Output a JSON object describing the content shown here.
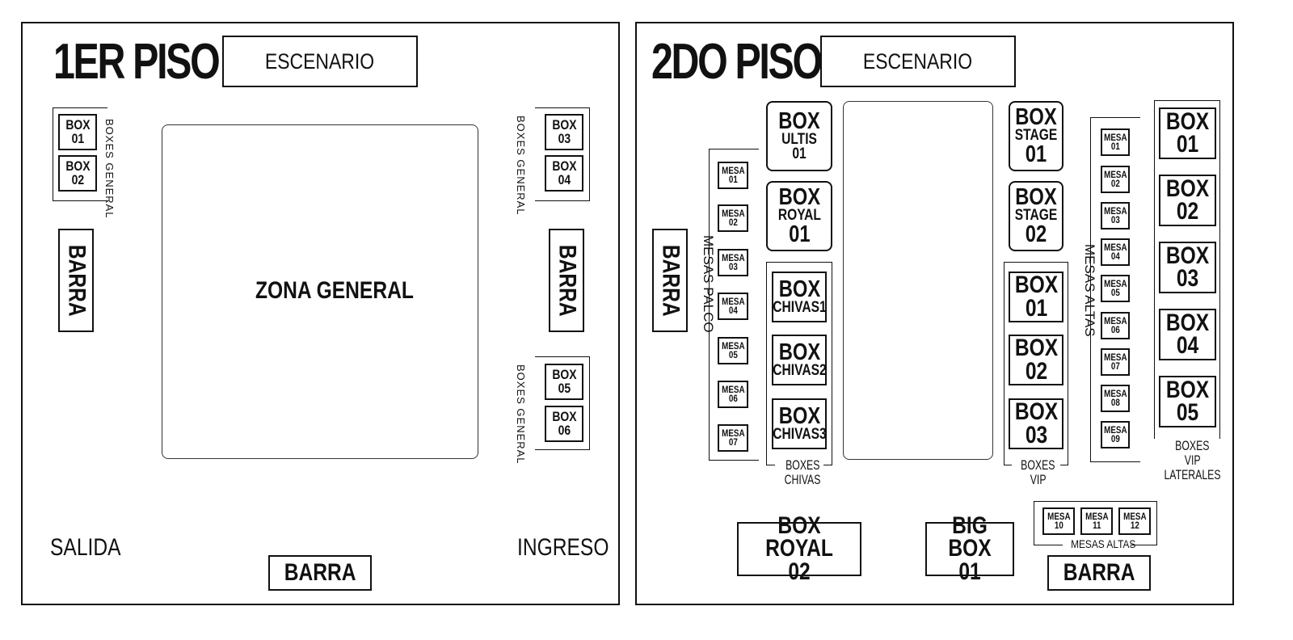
{
  "floor1": {
    "title": "1ER PISO",
    "stage": "ESCENARIO",
    "zone": "ZONA GENERAL",
    "barra_left": "BARRA",
    "barra_right": "BARRA",
    "barra_bottom": "BARRA",
    "exit": "SALIDA",
    "entrance": "INGRESO",
    "group_label": "BOXES GENERAL",
    "boxes": [
      {
        "l1": "BOX",
        "l2": "01"
      },
      {
        "l1": "BOX",
        "l2": "02"
      },
      {
        "l1": "BOX",
        "l2": "03"
      },
      {
        "l1": "BOX",
        "l2": "04"
      },
      {
        "l1": "BOX",
        "l2": "05"
      },
      {
        "l1": "BOX",
        "l2": "06"
      }
    ]
  },
  "floor2": {
    "title": "2DO PISO",
    "stage": "ESCENARIO",
    "barra_left": "BARRA",
    "barra_bottom": "BARRA",
    "mesas_palco_label": "MESAS PALCO",
    "mesas_palco": [
      {
        "l1": "MESA",
        "l2": "01"
      },
      {
        "l1": "MESA",
        "l2": "02"
      },
      {
        "l1": "MESA",
        "l2": "03"
      },
      {
        "l1": "MESA",
        "l2": "04"
      },
      {
        "l1": "MESA",
        "l2": "05"
      },
      {
        "l1": "MESA",
        "l2": "06"
      },
      {
        "l1": "MESA",
        "l2": "07"
      }
    ],
    "ultis": {
      "l1": "BOX",
      "l2": "ULTIS 01"
    },
    "royal01": {
      "l1": "BOX",
      "l2": "ROYAL",
      "l3": "01"
    },
    "chivas_label_1": "BOXES",
    "chivas_label_2": "CHIVAS",
    "chivas": [
      {
        "l1": "BOX",
        "l2": "CHIVAS1"
      },
      {
        "l1": "BOX",
        "l2": "CHIVAS2"
      },
      {
        "l1": "BOX",
        "l2": "CHIVAS3"
      }
    ],
    "stage_boxes": [
      {
        "l1": "BOX",
        "l2": "STAGE",
        "l3": "01"
      },
      {
        "l1": "BOX",
        "l2": "STAGE",
        "l3": "02"
      }
    ],
    "vip_label_1": "BOXES",
    "vip_label_2": "VIP",
    "vip": [
      {
        "l1": "BOX",
        "l2": "01"
      },
      {
        "l1": "BOX",
        "l2": "02"
      },
      {
        "l1": "BOX",
        "l2": "03"
      }
    ],
    "mesas_altas_label": "MESAS ALTAS",
    "mesas_altas": [
      {
        "l1": "MESA",
        "l2": "01"
      },
      {
        "l1": "MESA",
        "l2": "02"
      },
      {
        "l1": "MESA",
        "l2": "03"
      },
      {
        "l1": "MESA",
        "l2": "04"
      },
      {
        "l1": "MESA",
        "l2": "05"
      },
      {
        "l1": "MESA",
        "l2": "06"
      },
      {
        "l1": "MESA",
        "l2": "07"
      },
      {
        "l1": "MESA",
        "l2": "08"
      },
      {
        "l1": "MESA",
        "l2": "09"
      }
    ],
    "vip_laterales_label_1": "BOXES",
    "vip_laterales_label_2": "VIP",
    "vip_laterales_label_3": "LATERALES",
    "vip_laterales": [
      {
        "l1": "BOX",
        "l2": "01"
      },
      {
        "l1": "BOX",
        "l2": "02"
      },
      {
        "l1": "BOX",
        "l2": "03"
      },
      {
        "l1": "BOX",
        "l2": "04"
      },
      {
        "l1": "BOX",
        "l2": "05"
      }
    ],
    "royal02": {
      "l1": "BOX ROYAL",
      "l2": "02"
    },
    "bigbox": {
      "l1": "BIG BOX",
      "l2": "01"
    },
    "mesas_altas_bottom_label": "MESAS ALTAS",
    "mesas_altas_bottom": [
      {
        "l1": "MESA",
        "l2": "10"
      },
      {
        "l1": "MESA",
        "l2": "11"
      },
      {
        "l1": "MESA",
        "l2": "12"
      }
    ]
  }
}
